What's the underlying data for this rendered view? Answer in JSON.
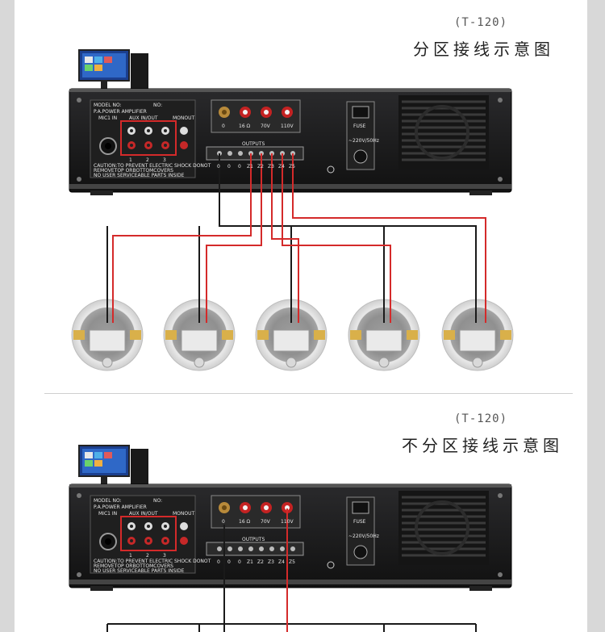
{
  "section1": {
    "model": "(T-120)",
    "title": "分区接线示意图"
  },
  "section2": {
    "model": "(T-120)",
    "title": "不分区接线示意图"
  },
  "amplifier": {
    "plate_model": "MODEL NO:",
    "plate_name": "P.A.POWER AMPLIFIER",
    "plate_no": "NO:",
    "mic_label": "MIC1 IN",
    "aux_label": "AUX IN/OUT",
    "monout_label": "MONOUT",
    "caution_1": "CAUTION:TO PREVENT ELECTRIC SHOCK DONOT",
    "caution_2": "REMOVETOP ORBOTTOMCOVERS",
    "caution_3": "NO USER SERVICEABLE PARTS INSIDE",
    "terminals": [
      "0",
      "16 Ω",
      "70V",
      "110V"
    ],
    "fuse_label": "FUSE",
    "power_label": "~220V/50Hz",
    "outputs_label": "OUTPUTS",
    "screw_labels": [
      "0",
      "0",
      "0",
      "Z1",
      "Z2",
      "Z3",
      "Z4",
      "Z5"
    ],
    "channel_nums": [
      "1",
      "2",
      "3"
    ]
  },
  "colors": {
    "wire_red": "#d42a2a",
    "wire_black": "#1a1a1a",
    "panel": "#1c1c1e"
  }
}
